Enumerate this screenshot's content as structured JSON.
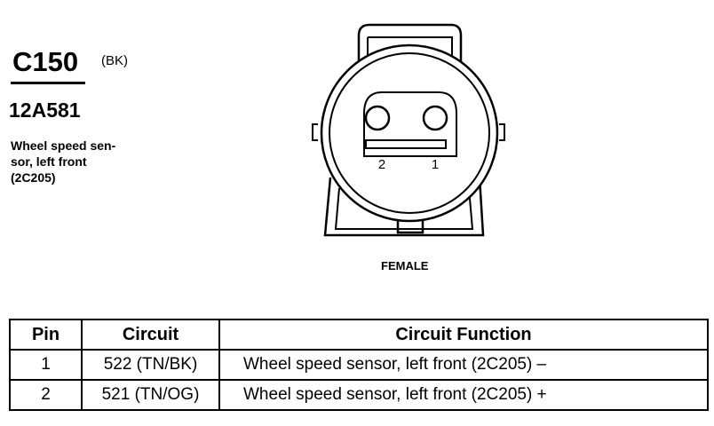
{
  "connector": {
    "id": "C150",
    "color": "(BK)",
    "part_number": "12A581",
    "description": [
      "Wheel speed sen-",
      "sor, left front",
      "(2C205)"
    ]
  },
  "diagram": {
    "view": "FEMALE",
    "pin_labels": [
      "2",
      "1"
    ]
  },
  "table": {
    "headers": [
      "Pin",
      "Circuit",
      "Circuit Function"
    ],
    "rows": [
      {
        "pin": "1",
        "circuit": "522 (TN/BK)",
        "function": "Wheel speed sensor, left front (2C205) –"
      },
      {
        "pin": "2",
        "circuit": "521 (TN/OG)",
        "function": "Wheel speed sensor, left front (2C205) +"
      }
    ]
  }
}
